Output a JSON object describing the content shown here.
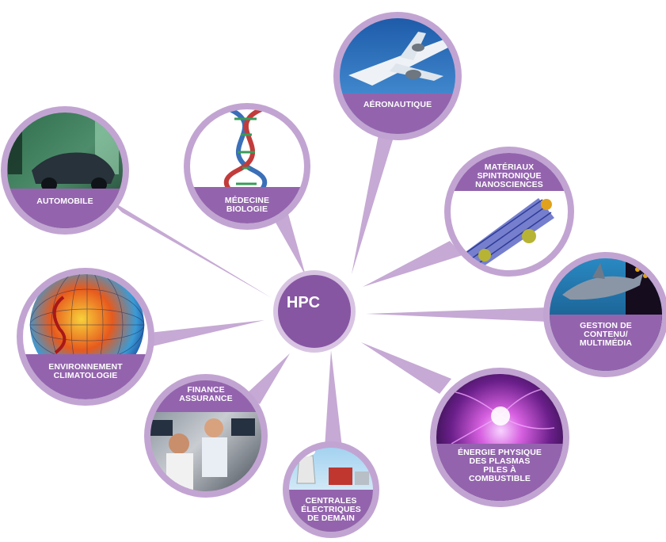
{
  "hub": {
    "label": "HPC"
  },
  "colors": {
    "ring": "#c2a4d2",
    "ring_edge": "#b293c6",
    "label_band": "#9364ad",
    "hub_fill": "#8a5aa6",
    "hub_ring": "#d6c0e0"
  },
  "nodes": [
    {
      "id": "automobile",
      "lines": [
        "AUTOMOBILE"
      ],
      "icon": "car-render-icon"
    },
    {
      "id": "medecine",
      "lines": [
        "MÉDECINE",
        "BIOLOGIE"
      ],
      "icon": "dna-helix-icon"
    },
    {
      "id": "aeronautique",
      "lines": [
        "AÉRONAUTIQUE"
      ],
      "icon": "airplane-icon"
    },
    {
      "id": "materiaux",
      "lines": [
        "MATÉRIAUX",
        "SPINTRONIQUE",
        "NANOSCIENCES"
      ],
      "icon": "nanotube-icon"
    },
    {
      "id": "gestion",
      "lines": [
        "GESTION DE",
        "CONTENU/",
        "MULTIMÉDIA"
      ],
      "icon": "shark-icon"
    },
    {
      "id": "energie",
      "lines": [
        "ÉNERGIE PHYSIQUE",
        "DES PLASMAS",
        "PILES À",
        "COMBUSTIBLE"
      ],
      "icon": "plasma-ball-icon"
    },
    {
      "id": "centrales",
      "lines": [
        "CENTRALES",
        "ÉLECTRIQUES",
        "DE DEMAIN"
      ],
      "icon": "power-plant-icon"
    },
    {
      "id": "finance",
      "lines": [
        "FINANCE",
        "ASSURANCE"
      ],
      "icon": "trading-floor-icon"
    },
    {
      "id": "environnement",
      "lines": [
        "ENVIRONNEMENT",
        "CLIMATOLOGIE"
      ],
      "icon": "globe-climate-icon"
    }
  ]
}
